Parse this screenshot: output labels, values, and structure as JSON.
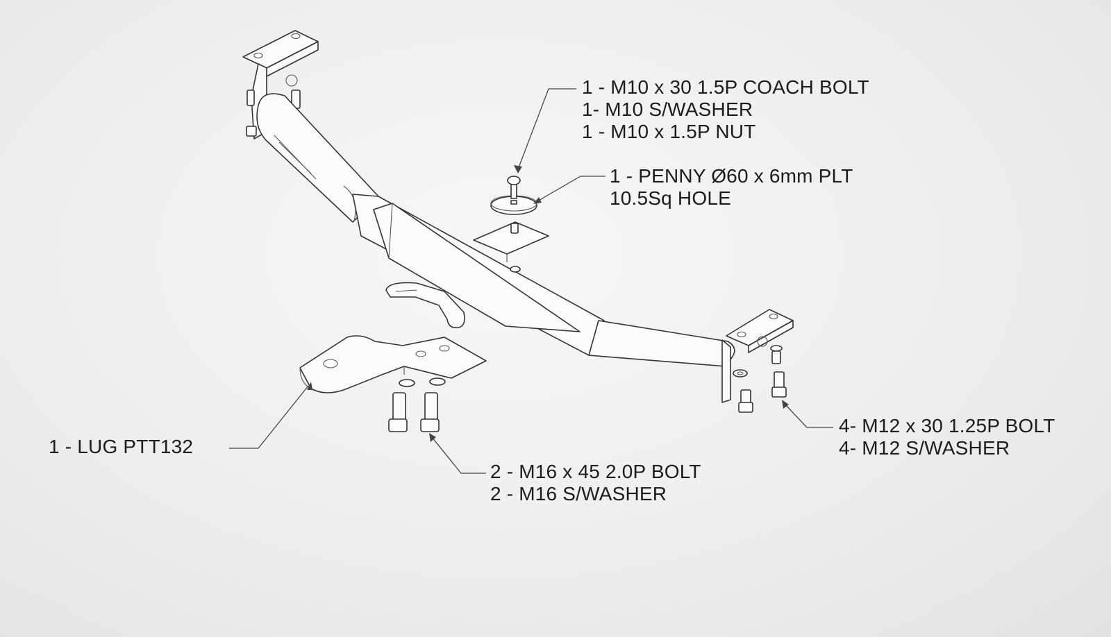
{
  "labels": {
    "coach_bolt": [
      "1 - M10 x 30 1.5P COACH BOLT",
      "1-  M10 S/WASHER",
      "1 - M10 x 1.5P NUT"
    ],
    "penny": [
      "1 - PENNY Ø60 x 6mm PLT",
      "10.5Sq HOLE"
    ],
    "lug": [
      "1 - LUG PTT132"
    ],
    "m16": [
      "2 - M16 x 45 2.0P BOLT",
      "2 - M16 S/WASHER"
    ],
    "m12": [
      "4- M12 x 30 1.25P BOLT",
      "4- M12 S/WASHER"
    ]
  },
  "colors": {
    "ink": "#333333",
    "paper": "#f4f4f2"
  }
}
